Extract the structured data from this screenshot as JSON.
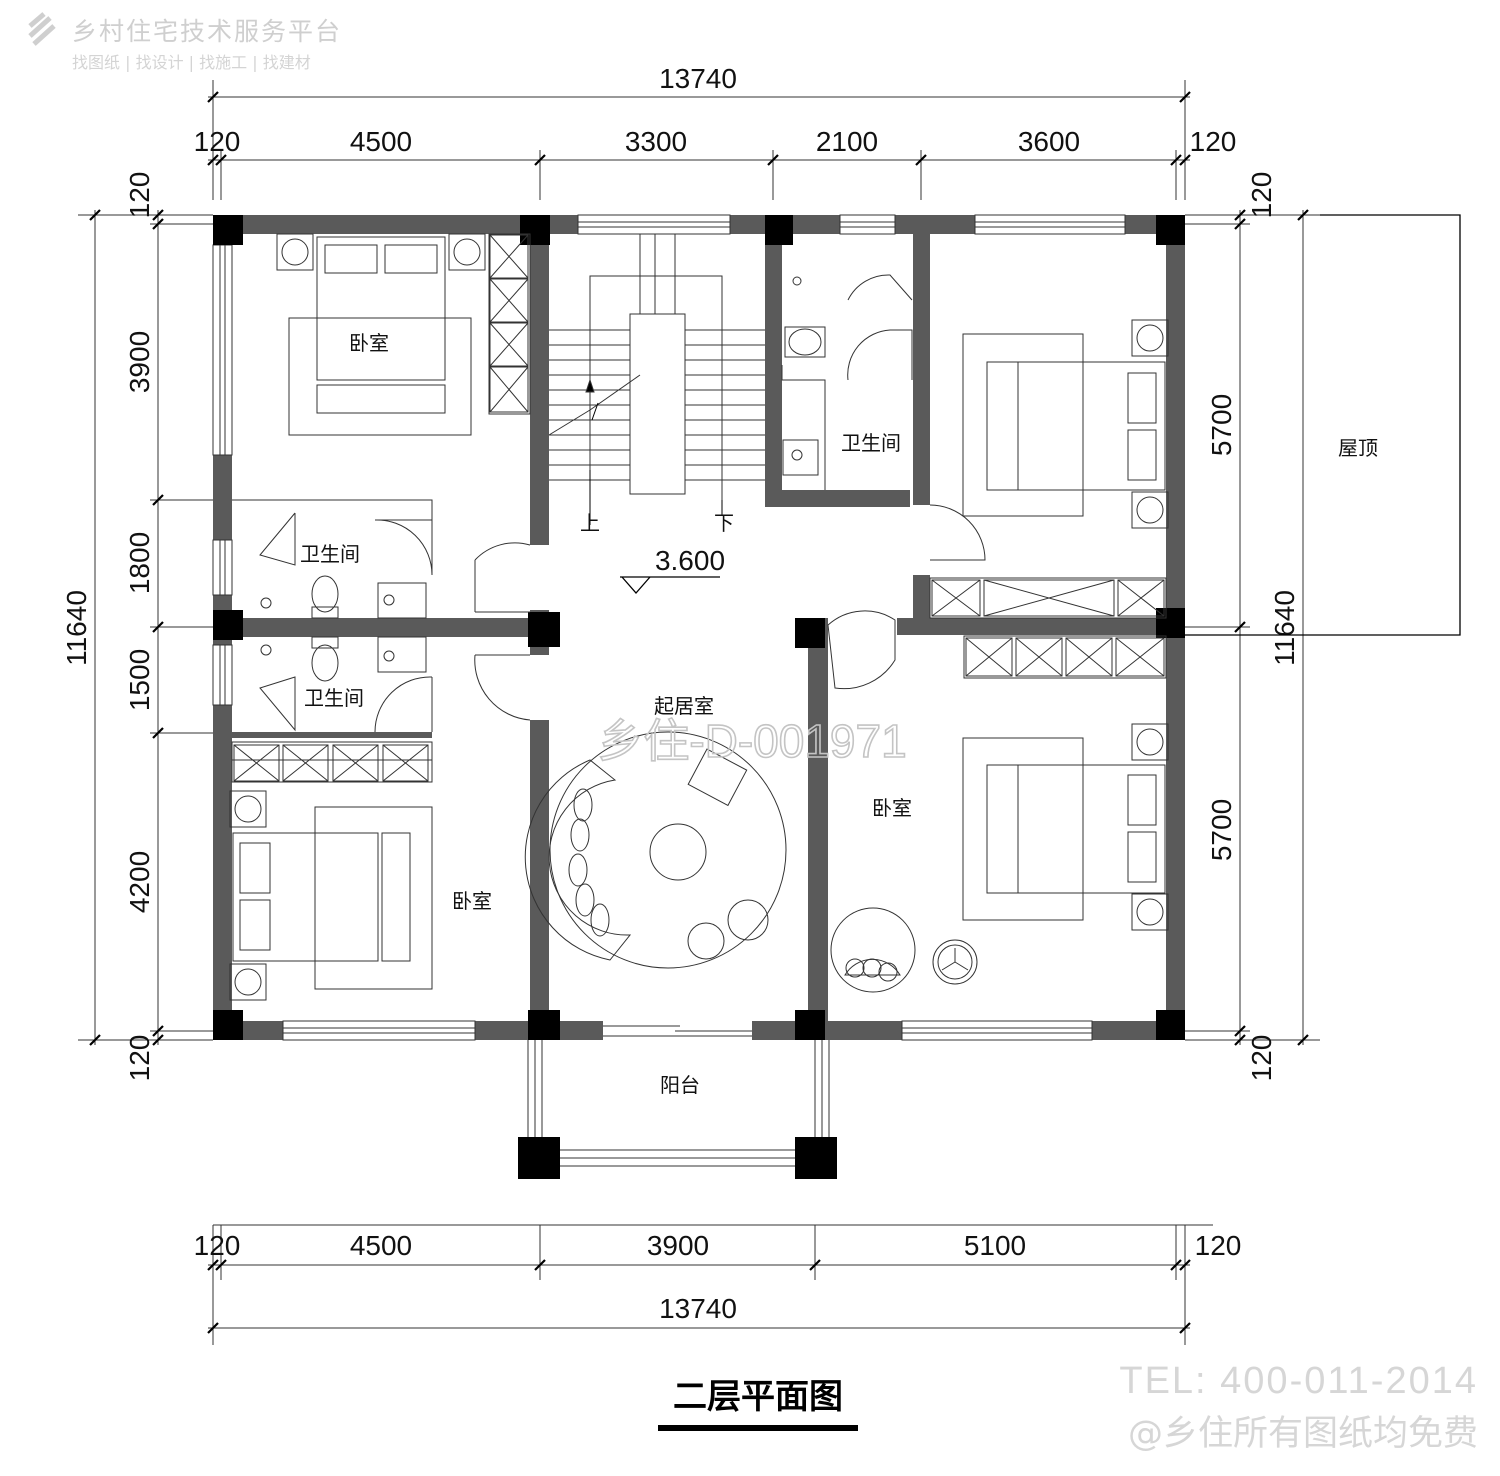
{
  "watermark": {
    "brand": "乡村住宅技术服务平台",
    "services": "找图纸 | 找设计 | 找施工 | 找建材",
    "id": "乡住-D-001971",
    "tel": "TEL: 400-011-2014",
    "notice": "@乡住所有图纸均免费"
  },
  "title": "二层平面图",
  "dimensions": {
    "top_total": "13740",
    "top_segments": [
      "120",
      "4500",
      "3300",
      "2100",
      "3600",
      "120"
    ],
    "bottom_segments": [
      "120",
      "4500",
      "3900",
      "5100",
      "120"
    ],
    "bottom_total": "13740",
    "left_total": "11640",
    "left_segments": [
      "120",
      "3900",
      "1800",
      "1500",
      "4200",
      "120"
    ],
    "right_total": "11640",
    "right_segments": [
      "120",
      "5700",
      "5700",
      "120"
    ]
  },
  "rooms": {
    "bedroom_nw": "卧室",
    "bath_nw": "卫生间",
    "bath_w": "卫生间",
    "bedroom_sw": "卧室",
    "living": "起居室",
    "bath_n": "卫生间",
    "bedroom_se": "卧室",
    "balcony": "阳台",
    "roof": "屋顶"
  },
  "stair": {
    "up": "上",
    "down": "下",
    "level": "3.600"
  }
}
